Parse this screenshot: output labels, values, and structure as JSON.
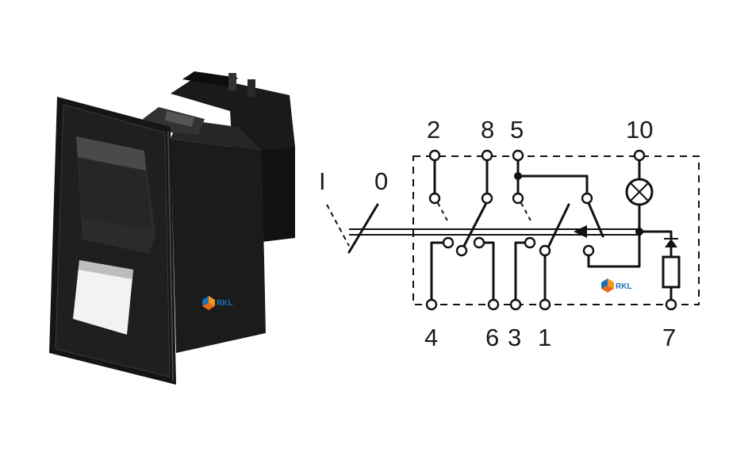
{
  "terminals": {
    "top": [
      "2",
      "8",
      "5",
      "10"
    ],
    "bottom": [
      "4",
      "6",
      "3",
      "1",
      "7"
    ]
  },
  "positions": {
    "off": "I",
    "on": "0"
  },
  "watermark": "RKL",
  "colors": {
    "line": "#111111",
    "switch_body": "#1c1c1c",
    "window": "#f2f2f2",
    "logo_blue": "#1d6fb8",
    "logo_orange": "#f39a1e"
  }
}
